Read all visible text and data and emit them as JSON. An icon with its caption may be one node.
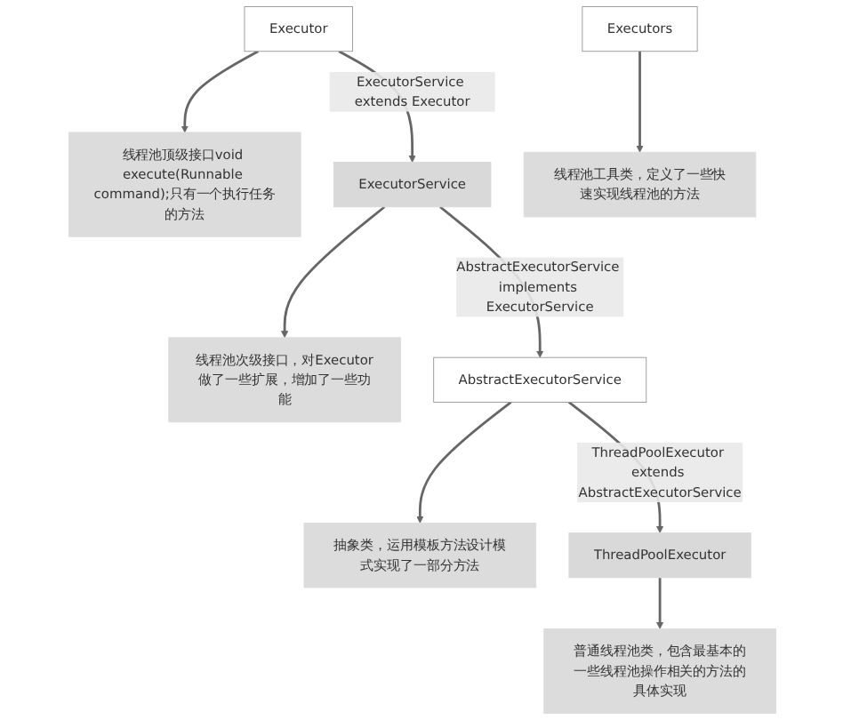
{
  "diagram": {
    "nodes": [
      {
        "text": [
          "Executor"
        ]
      },
      {
        "text": [
          "线程池顶级接口void execute(Runnable command);只有一个执行任务的方法"
        ]
      },
      {
        "text": [
          "ExecutorService"
        ]
      },
      {
        "text": [
          "线程池次级接口，对Executor做了一些扩展，增加了一些功能"
        ]
      },
      {
        "text": [
          "AbstractExecutorService"
        ]
      },
      {
        "text": [
          "抽象类，运用模板方法设计模式实现了一部分方法"
        ]
      },
      {
        "text": [
          "ThreadPoolExecutor"
        ]
      },
      {
        "text": [
          "普通线程池类，包含最基本的一些线程池操作相关的方法的具体实现"
        ]
      },
      {
        "text": [
          "Executors"
        ]
      },
      {
        "text": [
          "线程池工具类，定义了一些快速实现线程池的方法"
        ]
      }
    ],
    "edges": [
      {
        "from": 0,
        "to": 1,
        "arrow": "to"
      },
      {
        "from": 0,
        "to": 2,
        "arrow": "to",
        "label": "ExecutorService extends Executor"
      },
      {
        "from": 2,
        "to": 3,
        "arrow": "to"
      },
      {
        "from": 2,
        "to": 4,
        "arrow": "to",
        "label": "AbstractExecutorService implements ExecutorService"
      },
      {
        "from": 4,
        "to": 5,
        "arrow": "to"
      },
      {
        "from": 4,
        "to": 6,
        "arrow": "to",
        "label": "ThreadPoolExecutor extends AbstractExecutorService"
      },
      {
        "from": 6,
        "to": 7,
        "arrow": "to"
      },
      {
        "from": 8,
        "to": 9,
        "arrow": "to"
      }
    ]
  }
}
